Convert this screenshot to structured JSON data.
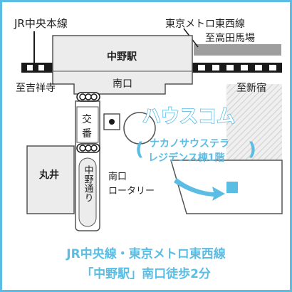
{
  "lines": {
    "jr_chuo": "JR中央本線",
    "tokyo_metro_tozai": "東京メトロ東西線",
    "to_takadanobaba": "至高田馬場",
    "to_kichijoji": "至吉祥寺",
    "to_shinjuku": "至新宿"
  },
  "station": {
    "name": "中野駅",
    "south_exit": "南口"
  },
  "landmarks": {
    "police_box_line1": "交",
    "police_box_line2": "番",
    "marui": "丸井",
    "nakano_dori": "中野通り",
    "rotary_line1": "南口",
    "rotary_line2": "ロータリー"
  },
  "destination": {
    "name": "ハウスコム",
    "building_line1": "ナカノサウステラ",
    "building_line2": "レジデンス棟1階"
  },
  "access": {
    "line1": "JR中央線・東京メトロ東西線",
    "line2": "「中野駅」南口徒歩2分"
  },
  "colors": {
    "accent_blue": "#5bbde4",
    "road_gray": "#9e9e9e",
    "building_fill": "#ececec",
    "line_black": "#1a1a1a",
    "border_blue": "#5bbde4"
  },
  "icons": {
    "traffic_light": "traffic-light-icon",
    "police_box": "police-box-icon",
    "arrow": "direction-arrow-icon",
    "destination_marker": "destination-marker-icon"
  }
}
